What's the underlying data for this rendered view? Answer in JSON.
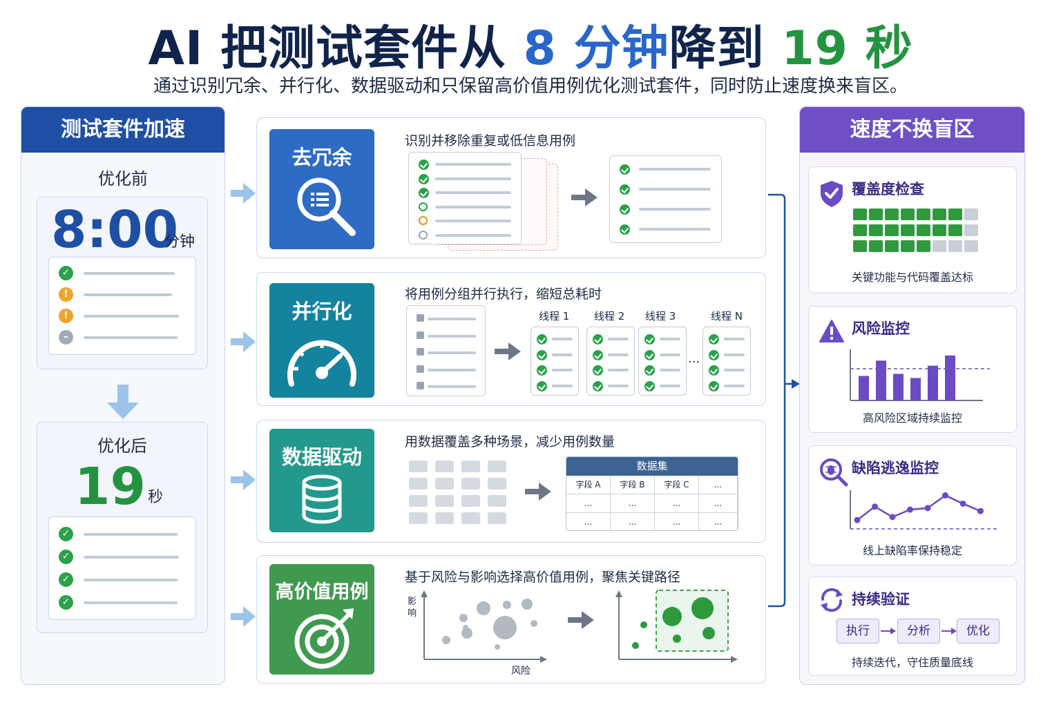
{
  "header": {
    "title_part1": "AI 把测试套件从 ",
    "title_time_before": "8 分钟",
    "title_part2": "降到 ",
    "title_time_after": "19 秒",
    "subtitle": "通过识别冗余、并行化、数据驱动和只保留高价值用例优化测试套件，同时防止速度换来盲区。"
  },
  "left": {
    "header": "测试套件加速",
    "before": {
      "label": "优化前",
      "value": "8:00",
      "unit": "分钟",
      "items": [
        "check",
        "warn",
        "warn",
        "minus"
      ]
    },
    "after": {
      "label": "优化后",
      "value": "19",
      "unit": "秒",
      "items": [
        "check",
        "check",
        "check",
        "check"
      ]
    }
  },
  "rows": [
    {
      "title": "去冗余",
      "caption": "识别并移除重复或低信息用例",
      "icon": "magnifier-list-icon",
      "color": "#2d6bc4"
    },
    {
      "title": "并行化",
      "caption": "将用例分组并行执行，缩短总耗时",
      "icon": "speedometer-icon",
      "color": "#14839e",
      "threads": [
        "线程 1",
        "线程 2",
        "线程 3",
        "线程 N"
      ],
      "ellipsis": "..."
    },
    {
      "title": "数据驱动",
      "caption": "用数据覆盖多种场景，减少用例数量",
      "icon": "database-icon",
      "color": "#22998c",
      "dataset": {
        "title": "数据集",
        "columns": [
          "字段 A",
          "字段 B",
          "字段 C",
          "..."
        ],
        "rows": [
          [
            "...",
            "...",
            "...",
            "..."
          ],
          [
            "...",
            "...",
            "...",
            "..."
          ]
        ]
      }
    },
    {
      "title": "高价值用例",
      "caption": "基于风险与影响选择高价值用例，聚焦关键路径",
      "icon": "target-icon",
      "color": "#3f9a4f",
      "y_axis_label": "影\n响",
      "x_axis_label": "风险"
    }
  ],
  "right": {
    "header": "速度不换盲区",
    "cards": [
      {
        "title": "覆盖度检查",
        "caption": "关键功能与代码覆盖达标",
        "icon": "shield-check-icon",
        "grid_rows": [
          [
            "g",
            "g",
            "g",
            "g",
            "g",
            "g",
            "g",
            "x"
          ],
          [
            "g",
            "g",
            "g",
            "g",
            "g",
            "g",
            "g",
            "x"
          ],
          [
            "g",
            "g",
            "g",
            "g",
            "g",
            "x",
            "x",
            "x"
          ]
        ]
      },
      {
        "title": "风险监控",
        "caption": "高风险区域持续监控",
        "icon": "warning-triangle-icon",
        "bars": [
          2.4,
          3.9,
          2.6,
          2.2,
          3.4,
          4.4
        ]
      },
      {
        "title": "缺陷逃逸监控",
        "caption": "线上缺陷率保持稳定",
        "icon": "bug-magnifier-icon",
        "line": [
          1.0,
          2.8,
          1.4,
          2.4,
          2.6,
          4.3,
          3.2,
          2.2
        ]
      },
      {
        "title": "持续验证",
        "caption": "持续迭代，守住质量底线",
        "icon": "refresh-cycle-icon",
        "steps": [
          "执行",
          "分析",
          "优化"
        ]
      }
    ]
  },
  "colors": {
    "navy": "#1f4fa5",
    "purple": "#6f4fc6",
    "green": "#2aa14a",
    "blue_accent": "#2a66c9",
    "green_accent": "#249340"
  }
}
